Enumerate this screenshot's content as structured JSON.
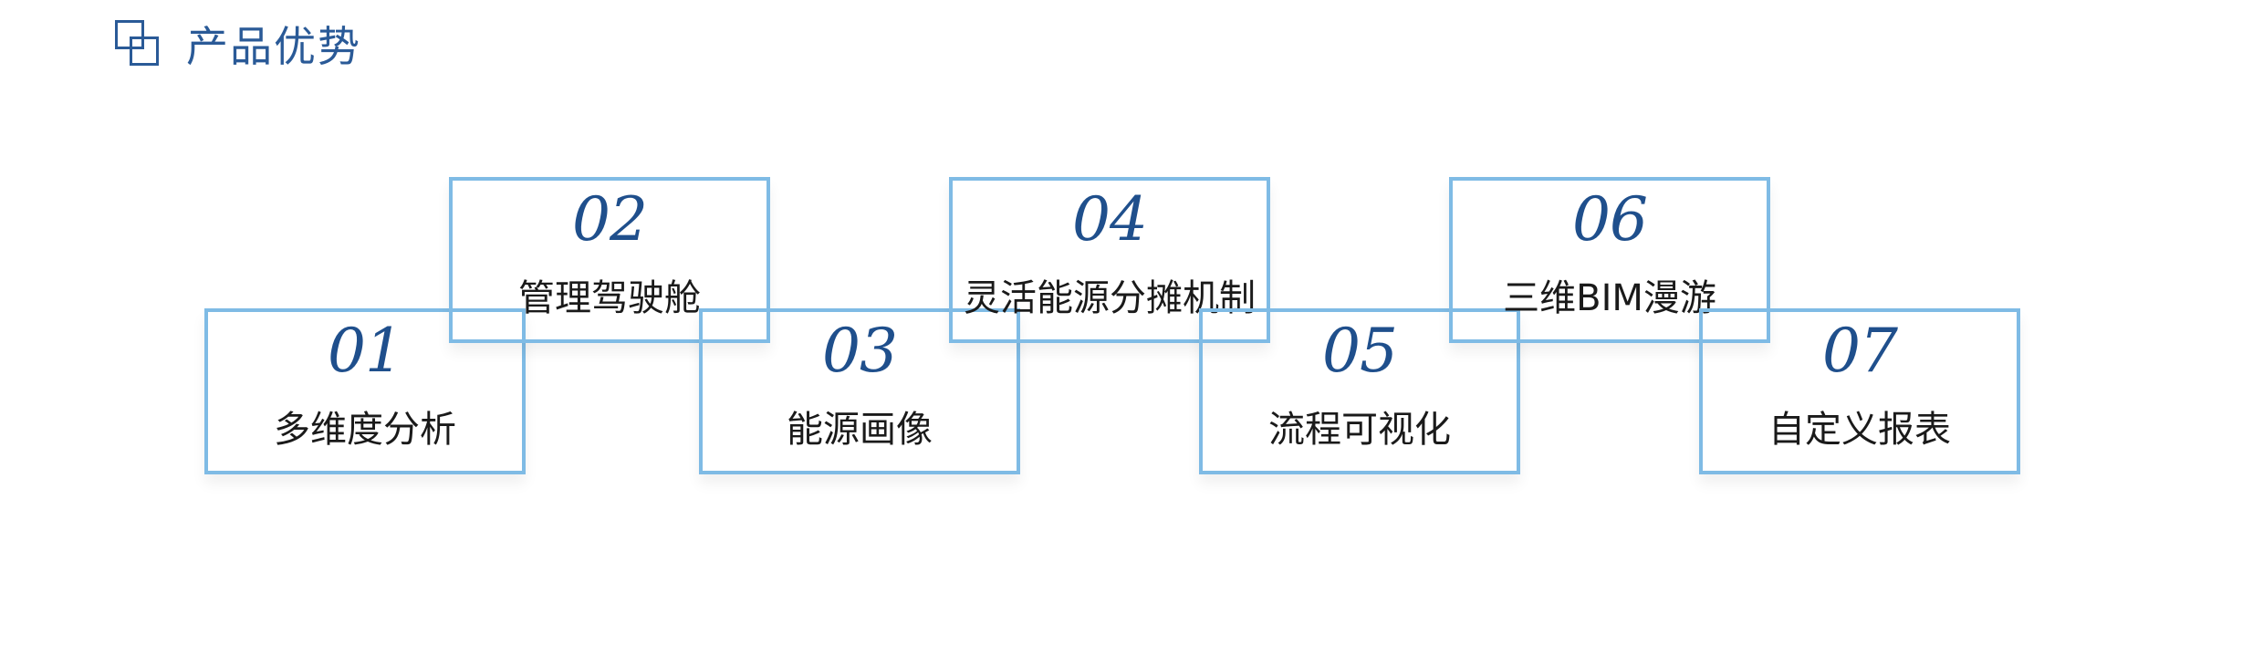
{
  "header": {
    "icon": "two-squares-icon",
    "title": "产品优势"
  },
  "colors": {
    "accent": "#2a5a97",
    "box_border": "#7fbbe5",
    "number": "#1f4f8c",
    "label": "#1a1a1a"
  },
  "items": [
    {
      "number": "01",
      "label": "多维度分析"
    },
    {
      "number": "02",
      "label": "管理驾驶舱"
    },
    {
      "number": "03",
      "label": "能源画像"
    },
    {
      "number": "04",
      "label": "灵活能源分摊机制"
    },
    {
      "number": "05",
      "label": "流程可视化"
    },
    {
      "number": "06",
      "label": "三维BIM漫游"
    },
    {
      "number": "07",
      "label": "自定义报表"
    }
  ]
}
